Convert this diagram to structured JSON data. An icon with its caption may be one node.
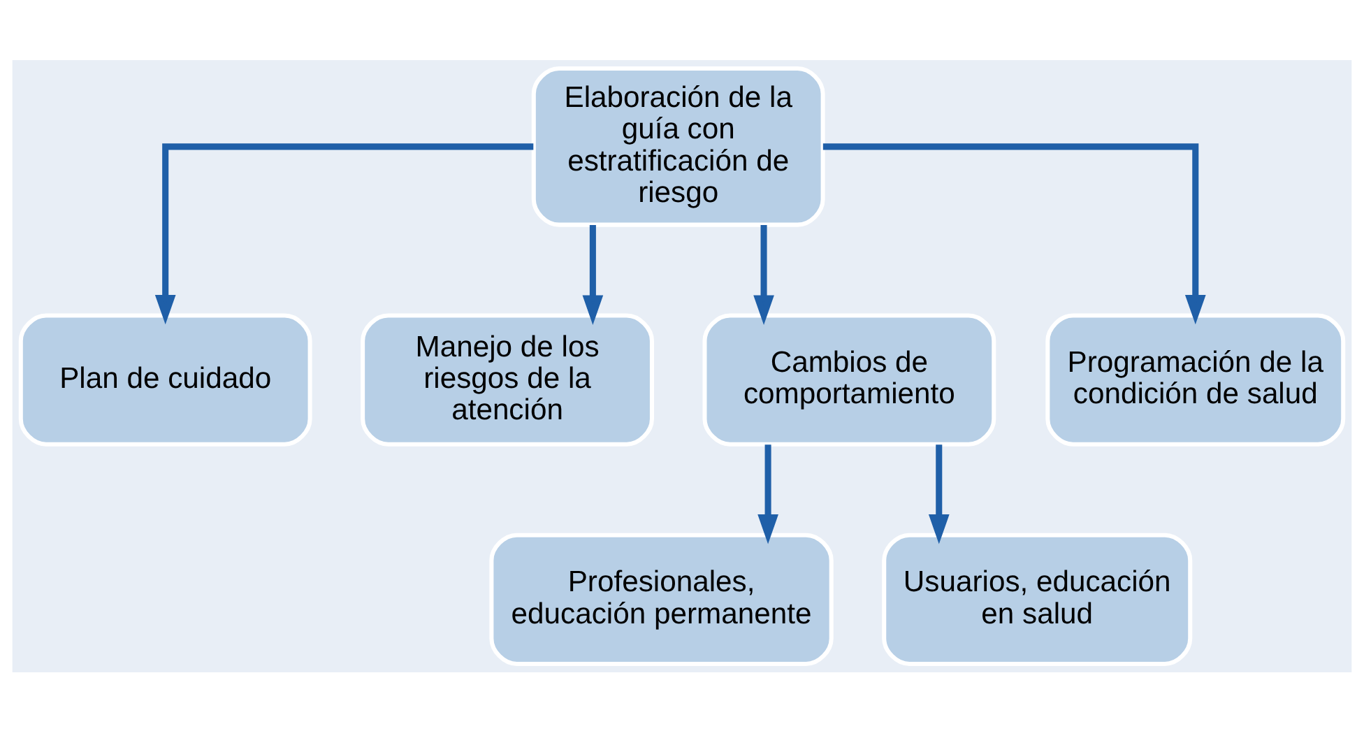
{
  "diagram": {
    "nodes": [
      {
        "text": [
          "Elaboración de la guía con estratificación de riesgo"
        ]
      },
      {
        "text": [
          "Plan de cuidado"
        ]
      },
      {
        "text": [
          "Manejo de los riesgos de la atención"
        ]
      },
      {
        "text": [
          "Cambios de comportamiento"
        ]
      },
      {
        "text": [
          "Programación de la condición de salud"
        ]
      },
      {
        "text": [
          "Profesionales, educación permanente"
        ]
      },
      {
        "text": [
          "Usuarios, educación en salud"
        ]
      }
    ],
    "edges": [
      {
        "from": 0,
        "to": 1,
        "arrow": "to"
      },
      {
        "from": 0,
        "to": 2,
        "arrow": "to"
      },
      {
        "from": 0,
        "to": 3,
        "arrow": "to"
      },
      {
        "from": 0,
        "to": 4,
        "arrow": "to"
      },
      {
        "from": 3,
        "to": 5,
        "arrow": "to"
      },
      {
        "from": 3,
        "to": 6,
        "arrow": "to"
      }
    ]
  }
}
